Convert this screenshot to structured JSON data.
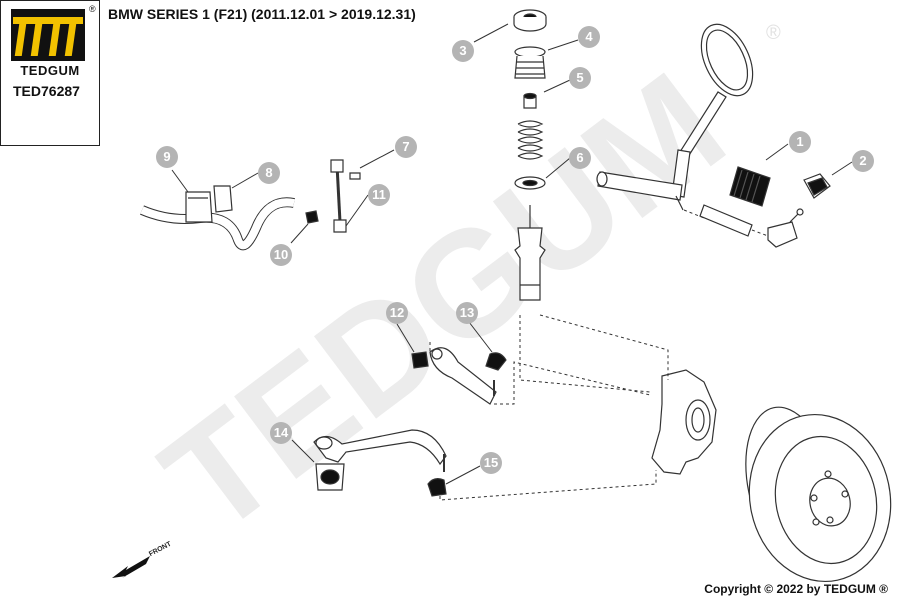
{
  "header": {
    "brand": "TEDGUM",
    "part_code": "TED76287",
    "title": "BMW SERIES 1 (F21)  (2011.12.01 > 2019.12.31)",
    "reg_mark": "®"
  },
  "footer": {
    "copyright": "Copyright © 2022 by TEDGUM ®",
    "front_label": "FRONT"
  },
  "watermark": {
    "text": "TEDGUM",
    "reg_mark": "®"
  },
  "callouts": [
    "1",
    "2",
    "3",
    "4",
    "5",
    "6",
    "7",
    "8",
    "9",
    "10",
    "11",
    "12",
    "13",
    "14",
    "15"
  ],
  "colors": {
    "callout": "#b4b4b4",
    "line": "#333333",
    "watermark": "#e9e9e9",
    "logo_yellow": "#f2c200",
    "logo_black": "#111111"
  }
}
